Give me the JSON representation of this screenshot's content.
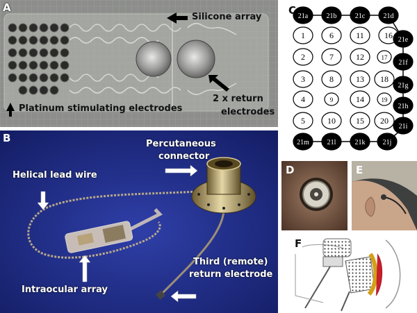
{
  "panels": {
    "a": {
      "letter": "A",
      "silicone": "Silicone array",
      "platinum": "Platinum stimulating electrodes",
      "return_line1": "2 x return",
      "return_line2": "electrodes"
    },
    "b": {
      "letter": "B",
      "connector_line1": "Percutaneous",
      "connector_line2": "connector",
      "helical": "Helical lead wire",
      "intraocular": "Intraocular array",
      "third_line1": "Third (remote)",
      "third_line2": "return electrode"
    },
    "c": {
      "letter": "C",
      "electrodes": [
        "21a",
        "21b",
        "21c",
        "21d",
        "1",
        "6",
        "11",
        "16",
        "21e",
        "2",
        "7",
        "12",
        "17",
        "21f",
        "3",
        "8",
        "13",
        "18",
        "21g",
        "4",
        "9",
        "14",
        "19",
        "21h",
        "5",
        "10",
        "15",
        "20",
        "21i",
        "21m",
        "21l",
        "21k",
        "21j"
      ]
    },
    "d": {
      "letter": "D"
    },
    "e": {
      "letter": "E"
    },
    "f": {
      "letter": "F"
    }
  },
  "colors": {
    "panel_a_bg": "#8f8f8c",
    "panel_b_bg": "#1f2b86",
    "electrode_fill": "#000000"
  }
}
